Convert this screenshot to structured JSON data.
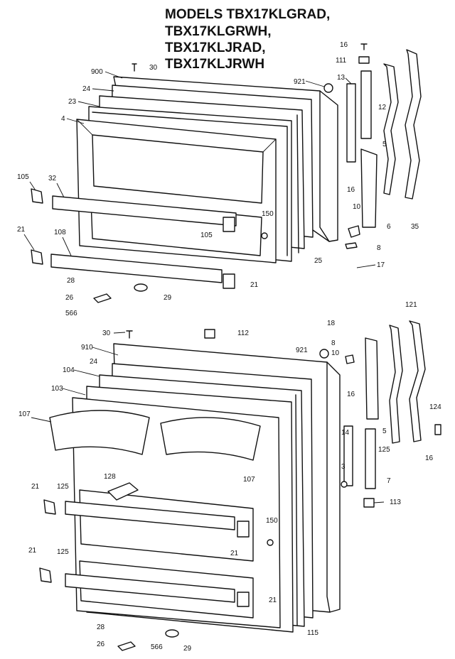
{
  "title": {
    "lines": [
      "MODELS TBX17KLGRAD,",
      "TBX17KLGRWH,",
      "TBX17KLJRAD,",
      "TBX17KLJRWH"
    ]
  },
  "callouts": {
    "top": [
      "16",
      "111",
      "30",
      "900",
      "921",
      "13",
      "24",
      "23",
      "12",
      "4",
      "5",
      "105",
      "32",
      "16",
      "10",
      "6",
      "35",
      "21",
      "108",
      "150",
      "105",
      "8",
      "25",
      "17",
      "28",
      "21",
      "26",
      "29",
      "566"
    ],
    "bottom": [
      "121",
      "18",
      "30",
      "112",
      "910",
      "921",
      "8",
      "10",
      "24",
      "104",
      "103",
      "16",
      "107",
      "124",
      "14",
      "5",
      "125",
      "16",
      "3",
      "7",
      "128",
      "107",
      "21",
      "125",
      "113",
      "150",
      "21",
      "21",
      "125",
      "21",
      "115",
      "28",
      "26",
      "566",
      "29"
    ]
  }
}
